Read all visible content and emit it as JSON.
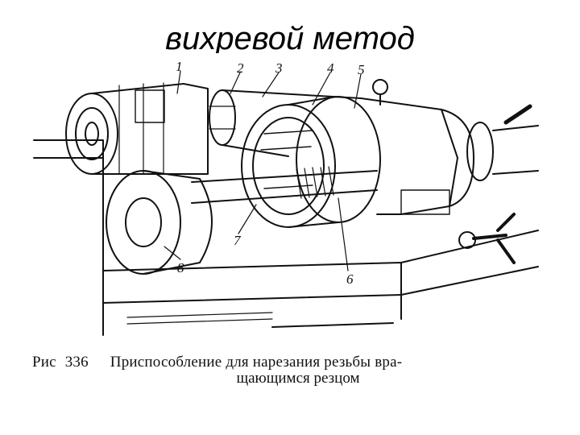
{
  "slide": {
    "title": "вихревой метод",
    "figure": {
      "part_labels": [
        "1",
        "2",
        "3",
        "4",
        "5",
        "6",
        "7",
        "8"
      ],
      "caption": {
        "prefix": "Рис",
        "number": "336",
        "line1": "Приспособление для нарезания резьбы вра-",
        "line2": "щающимся резцом"
      }
    }
  }
}
